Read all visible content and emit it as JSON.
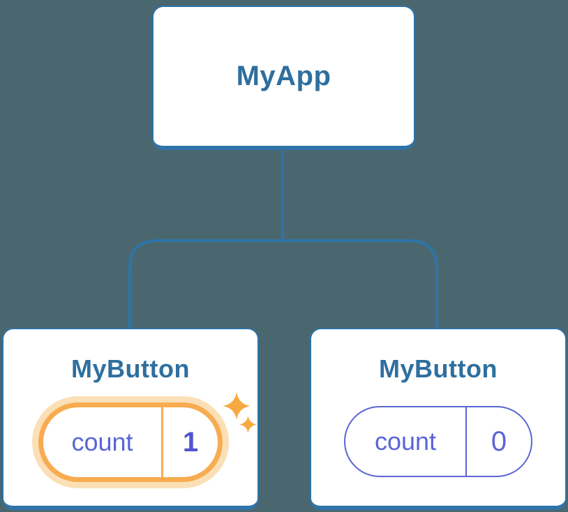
{
  "colors": {
    "background": "#4A6770",
    "connector": "#2E74A8",
    "card_border": "#2E74A8",
    "card_bg": "#FFFFFF",
    "node_title": "#2E6F9E",
    "state_text": "#5A64D8",
    "state_value_bold": "#4F55CE",
    "state_border": "#5B65D6",
    "highlight_ring": "#F7AC50",
    "highlight_glow": "#FBDFB6",
    "sparkle": "#F6A93F"
  },
  "diagram": {
    "type": "component-tree",
    "root": {
      "label": "MyApp"
    },
    "children": [
      {
        "label": "MyButton",
        "state": {
          "key": "count",
          "value": "1"
        },
        "highlighted": true,
        "icon": "sparkle-icon"
      },
      {
        "label": "MyButton",
        "state": {
          "key": "count",
          "value": "0"
        },
        "highlighted": false
      }
    ]
  },
  "icons": {
    "sparkle": "four-pointed-star"
  }
}
